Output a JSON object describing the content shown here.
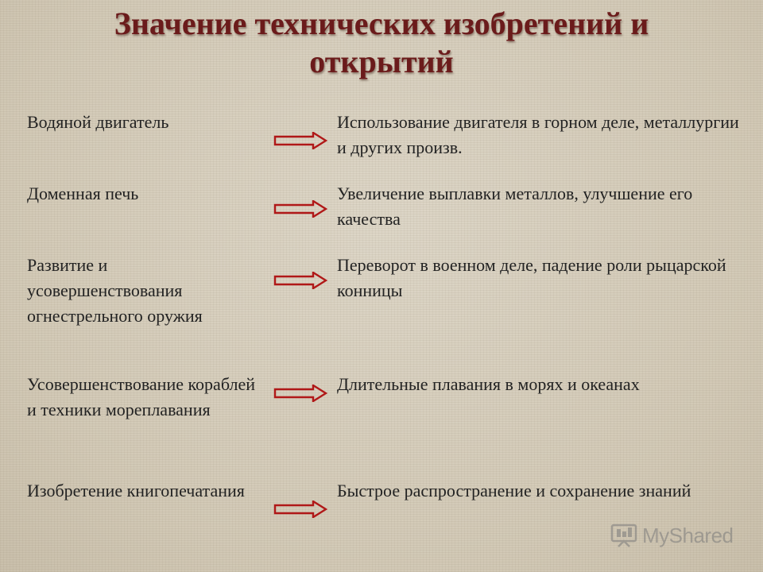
{
  "title": {
    "line1": "Значение технических изобретений и",
    "line2": "открытий"
  },
  "rows": [
    {
      "left": "Водяной двигатель",
      "right": "Использование двигателя в горном деле, металлургии и других произв."
    },
    {
      "left": "Доменная печь",
      "right": "Увеличение выплавки металлов, улучшение его качества"
    },
    {
      "left": "Развитие и усовершенствования огнестрельного оружия",
      "right": "Переворот в военном деле, падение роли рыцарской конницы"
    },
    {
      "left": "Усовершенствование кораблей и техники мореплавания",
      "right": "Длительные плавания в морях и океанах"
    },
    {
      "left": "Изобретение книгопечатания",
      "right": "Быстрое распространение и сохранение знаний"
    }
  ],
  "watermark": {
    "text": "MyShared",
    "icon": "presentation-board-icon"
  },
  "colors": {
    "title": "#6b1b1b",
    "arrow": "#b01818",
    "text": "#222222"
  }
}
